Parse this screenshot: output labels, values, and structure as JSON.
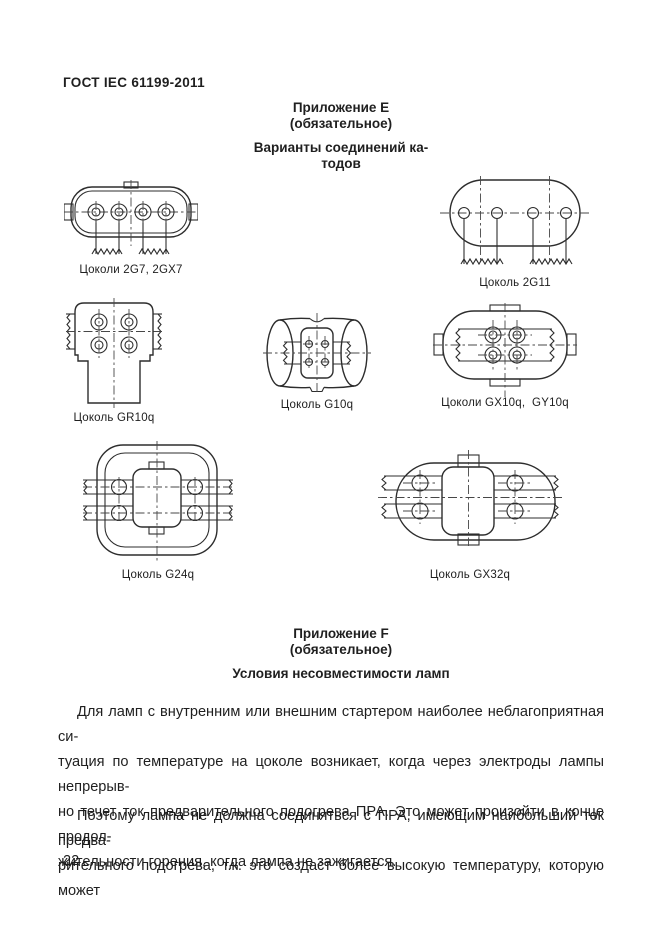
{
  "header": {
    "title": "ГОСТ IEC 61199-2011"
  },
  "appendix_e": {
    "title": "Приложение Е",
    "type_label": "(обязательное)",
    "heading_line1": "Варианты соединений ка-",
    "heading_line2": "тодов"
  },
  "figures": [
    {
      "caption": "Цоколи 2G7, 2GX7"
    },
    {
      "caption": "Цоколь 2G11"
    },
    {
      "caption": "Цоколь GR10q"
    },
    {
      "caption": "Цоколь G10q"
    },
    {
      "caption": "Цоколи GX10q,  GY10q"
    },
    {
      "caption": "Цоколь G24q"
    },
    {
      "caption": "Цоколь GX32q"
    }
  ],
  "appendix_f": {
    "title": "Приложение F",
    "type_label": "(обязательное)",
    "heading": "Условия несовместимости ламп",
    "paragraph1_lines": [
      "Для ламп с внутренним или внешним стартером наиболее неблагоприятная си-",
      "туация по температуре на цоколе возникает, когда через электроды лампы непрерыв-",
      "но течет ток предварительного подогрева ПРА. Это может произойти в конце продол-",
      "жительности горения, когда лампа не зажигается."
    ],
    "paragraph2_lines": [
      "Поэтому лампа не должна соединяться с ПРА, имеющим наибольший ток предва-",
      "рительного подогрева, т.к. это создаст более высокую температуру, которую может"
    ]
  },
  "footer": {
    "page_number": "22"
  },
  "colors": {
    "ink": "#1f1f1f",
    "line": "#2d2d2d",
    "paper": "#ffffff"
  }
}
